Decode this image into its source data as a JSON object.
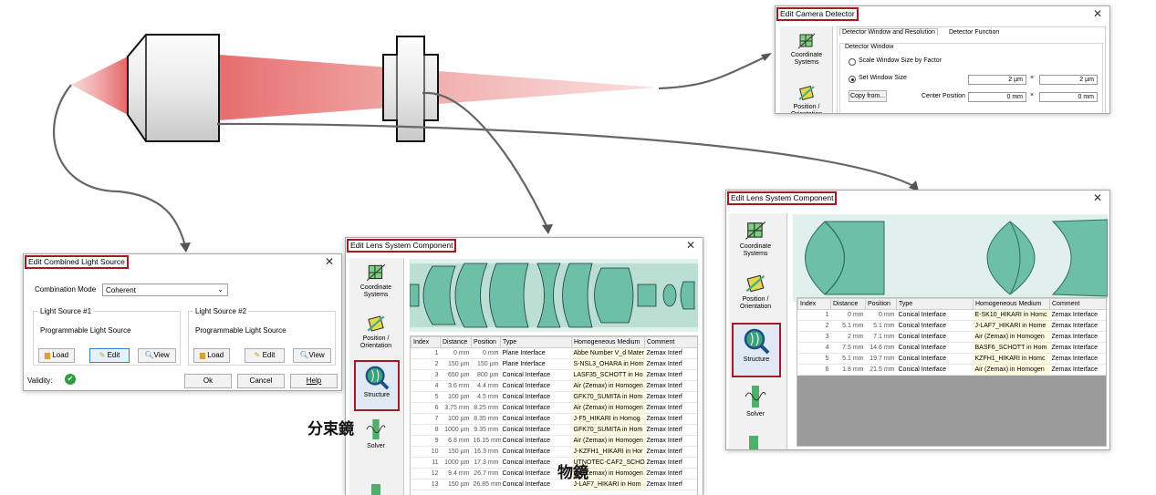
{
  "labels": {
    "beamsplitter": "分束鏡",
    "objective": "物鏡"
  },
  "camera": {
    "title": "Edit Camera Detector",
    "tabs": [
      "Detector Window and Resolution",
      "Detector Function"
    ],
    "group": "Detector Window",
    "opt_scale": "Scale Window Size by Factor",
    "opt_set": "Set Window Size",
    "w": "2 µm",
    "h": "2 µm",
    "times": "×",
    "copy": "Copy from...",
    "center_label": "Center Position",
    "cx": "0 mm",
    "cy": "0 mm",
    "side": [
      "Coordinate Systems",
      "Position / Orientation"
    ]
  },
  "lens_small": {
    "title": "Edit Lens System Component",
    "side": [
      "Coordinate Systems",
      "Position / Orientation",
      "Structure",
      "Solver"
    ],
    "headers": [
      "Index",
      "Distance",
      "Position",
      "Type",
      "Homogeneous Medium",
      "Comment"
    ],
    "rows": [
      [
        "1",
        "0 mm",
        "0 mm",
        "Plane Interface",
        "Abbe Number V_d Mater",
        "Zemax Interf"
      ],
      [
        "2",
        "150 µm",
        "150 µm",
        "Plane Interface",
        "S-NSL3_OHARA in Hom",
        "Zemax Interf"
      ],
      [
        "3",
        "650 µm",
        "800 µm",
        "Conical Interface",
        "LASF35_SCHOTT in Ho",
        "Zemax Interf"
      ],
      [
        "4",
        "3.6 mm",
        "4.4 mm",
        "Conical Interface",
        "Air (Zemax) in Homogen",
        "Zemax Interf"
      ],
      [
        "5",
        "100 µm",
        "4.5 mm",
        "Conical Interface",
        "GFK70_SUMITA in Hom",
        "Zemax Interf"
      ],
      [
        "6",
        "3.75 mm",
        "8.25 mm",
        "Conical Interface",
        "Air (Zemax) in Homogen",
        "Zemax Interf"
      ],
      [
        "7",
        "100 µm",
        "8.35 mm",
        "Conical Interface",
        "J-F5_HIKARI in Homog",
        "Zemax Interf"
      ],
      [
        "8",
        "1000 µm",
        "9.35 mm",
        "Conical Interface",
        "GFK70_SUMITA in Hom",
        "Zemax Interf"
      ],
      [
        "9",
        "6.8 mm",
        "16.15 mm",
        "Conical Interface",
        "Air (Zemax) in Homogen",
        "Zemax Interf"
      ],
      [
        "10",
        "150 µm",
        "16.3 mm",
        "Conical Interface",
        "J-KZFH1_HIKARI in Hor",
        "Zemax Interf"
      ],
      [
        "11",
        "1000 µm",
        "17.3 mm",
        "Conical Interface",
        "UTNOTEC-CAF2_SCHO",
        "Zemax Interf"
      ],
      [
        "12",
        "9.4 mm",
        "26.7 mm",
        "Conical Interface",
        "Air (Zemax) in Homogen",
        "Zemax Interf"
      ],
      [
        "13",
        "150 µm",
        "26.85 mm",
        "Conical Interface",
        "J-LAF7_HIKARI in Hom",
        "Zemax Interf"
      ]
    ]
  },
  "lens_large": {
    "title": "Edit Lens System Component",
    "side": [
      "Coordinate Systems",
      "Position / Orientation",
      "Structure",
      "Solver"
    ],
    "headers": [
      "Index",
      "Distance",
      "Position",
      "Type",
      "Homogeneous Medium",
      "Comment"
    ],
    "rows": [
      [
        "1",
        "0 mm",
        "0 mm",
        "Conical Interface",
        "E-SK10_HIKARI in Homc",
        "Zemax Interface"
      ],
      [
        "2",
        "5.1 mm",
        "5.1 mm",
        "Conical Interface",
        "J-LAF7_HIKARI in Home",
        "Zemax Interface"
      ],
      [
        "3",
        "2 mm",
        "7.1 mm",
        "Conical Interface",
        "Air (Zemax) in Homogen",
        "Zemax Interface"
      ],
      [
        "4",
        "7.5 mm",
        "14.6 mm",
        "Conical Interface",
        "BASF6_SCHOTT in Hom",
        "Zemax Interface"
      ],
      [
        "5",
        "5.1 mm",
        "19.7 mm",
        "Conical Interface",
        "KZFH1_HIKARI in Homc",
        "Zemax Interface"
      ],
      [
        "6",
        "1.8 mm",
        "21.5 mm",
        "Conical Interface",
        "Air (Zemax) in Homogen",
        "Zemax Interface"
      ]
    ]
  },
  "source": {
    "title": "Edit Combined Light Source",
    "mode_label": "Combination Mode",
    "mode_value": "Coherent",
    "ls1": "Light Source #1",
    "ls2": "Light Source #2",
    "prog": "Programmable Light Source",
    "load": "Load",
    "edit": "Edit",
    "view": "View",
    "validity": "Validity:",
    "ok": "Ok",
    "cancel": "Cancel",
    "help": "Help"
  },
  "colors": {
    "highlight": "#a11a24",
    "lens": "#6dbfa6",
    "beam": "#e87f7f"
  }
}
